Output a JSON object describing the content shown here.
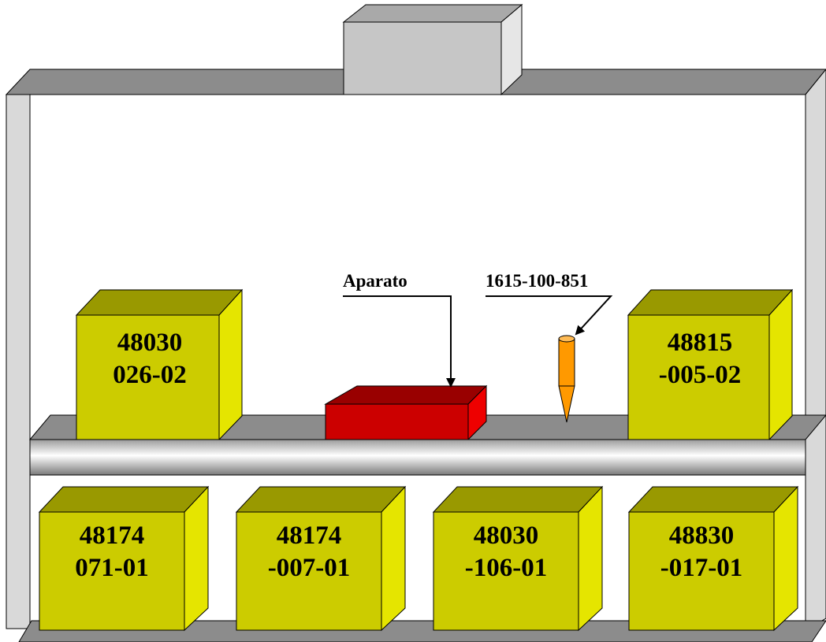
{
  "colors": {
    "frame_top": "#8c8c8c",
    "frame_side": "#d9d9d9",
    "box_front": "#cccc00",
    "box_top": "#999900",
    "box_side": "#e5e500",
    "device_front": "#cc0000",
    "device_top": "#990000",
    "device_side": "#ee0000",
    "probe": "#ff9900"
  },
  "callouts": {
    "device": "Aparato",
    "probe": "1615-100-851"
  },
  "top_row_boxes": [
    {
      "line1": "48030",
      "line2": "026-02"
    },
    {
      "line1": "48815",
      "line2": "-005-02"
    }
  ],
  "bottom_row_boxes": [
    {
      "line1": "48174",
      "line2": "071-01"
    },
    {
      "line1": "48174",
      "line2": "-007-01"
    },
    {
      "line1": "48030",
      "line2": "-106-01"
    },
    {
      "line1": "48830",
      "line2": "-017-01"
    }
  ]
}
